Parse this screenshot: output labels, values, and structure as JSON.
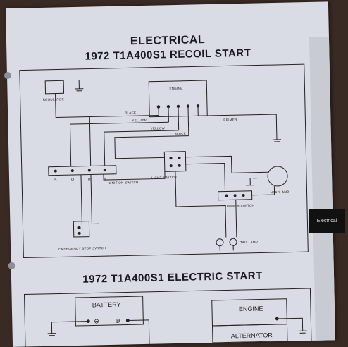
{
  "titles": {
    "section": "ELECTRICAL",
    "recoil": "1972 T1A400S1 RECOIL START",
    "electric": "1972 T1A400S1 ELECTRIC START"
  },
  "tab_label": "Electrical",
  "recoil_labels": {
    "regulator": "REGULATOR",
    "engine": "ENGINE",
    "black1": "BLACK",
    "yellow1": "YELLOW",
    "yellow2": "YELLOW",
    "black2": "BLACK",
    "primer": "PRIMER",
    "ignition_switch": "IGNITION SWITCH",
    "ign_terms": [
      "S",
      "O",
      "R",
      "M"
    ],
    "light_switch": "LIGHT SWITCH",
    "headlamp": "HEADLAMP",
    "dimmer_switch": "DIMMER SWITCH",
    "tail_lamp": "TAIL LAMP",
    "emergency_stop": "EMERGENCY STOP SWITCH"
  },
  "electric_labels": {
    "battery": "BATTERY",
    "minus": "⊖",
    "plus": "⊕",
    "engine": "ENGINE",
    "alternator": "ALTERNATOR"
  }
}
